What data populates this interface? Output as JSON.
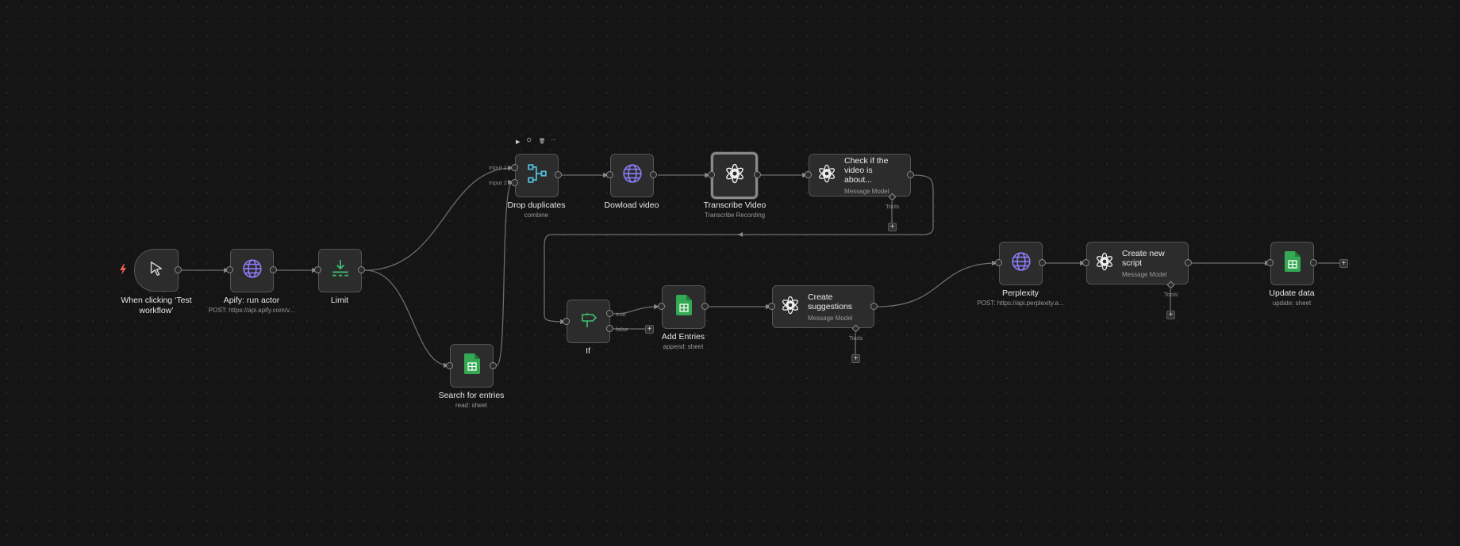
{
  "nodes": {
    "trigger": {
      "label": "When clicking ‘Test workflow’"
    },
    "apify": {
      "label": "Apify: run actor",
      "sub": "POST: https://api.apify.com/v..."
    },
    "limit": {
      "label": "Limit"
    },
    "search": {
      "label": "Search for entries",
      "sub": "read: sheet"
    },
    "drop": {
      "label": "Drop duplicates",
      "sub": "combine",
      "input1": "Input 1",
      "input2": "Input 2"
    },
    "download": {
      "label": "Dowload video"
    },
    "transcribe": {
      "label": "Transcribe Video",
      "sub": "Transcribe Recording"
    },
    "check": {
      "title": "Check if the video is about...",
      "sub": "Message Model",
      "tools": "Tools"
    },
    "if": {
      "label": "If",
      "true": "true",
      "false": "false"
    },
    "add": {
      "label": "Add Entries",
      "sub": "append: sheet"
    },
    "suggest": {
      "title": "Create suggestions",
      "sub": "Message Model",
      "tools": "Tools"
    },
    "perplexity": {
      "label": "Perplexity",
      "sub": "POST: https://api.perplexity.a..."
    },
    "script": {
      "title": "Create new script",
      "sub": "Message Model",
      "tools": "Tools"
    },
    "update": {
      "label": "Update data",
      "sub": "update: sheet"
    }
  },
  "toolbar": {
    "play": "▶",
    "power": "⏻",
    "delete": "🗑",
    "more": "···"
  },
  "plus": "+",
  "icons": {
    "trigger": "cursor-icon",
    "apify": "globe-icon",
    "limit": "limit-icon",
    "sheets": "google-sheets-icon",
    "merge": "merge-icon",
    "openai": "openai-icon",
    "if": "if-signpost-icon",
    "bolt": "lightning-icon"
  },
  "colors": {
    "accent_purple": "#8b7cf6",
    "sheets_green": "#34a853",
    "merge_teal": "#4fc1e0",
    "if_green": "#3fbf6f",
    "trigger_red": "#e8614f"
  }
}
